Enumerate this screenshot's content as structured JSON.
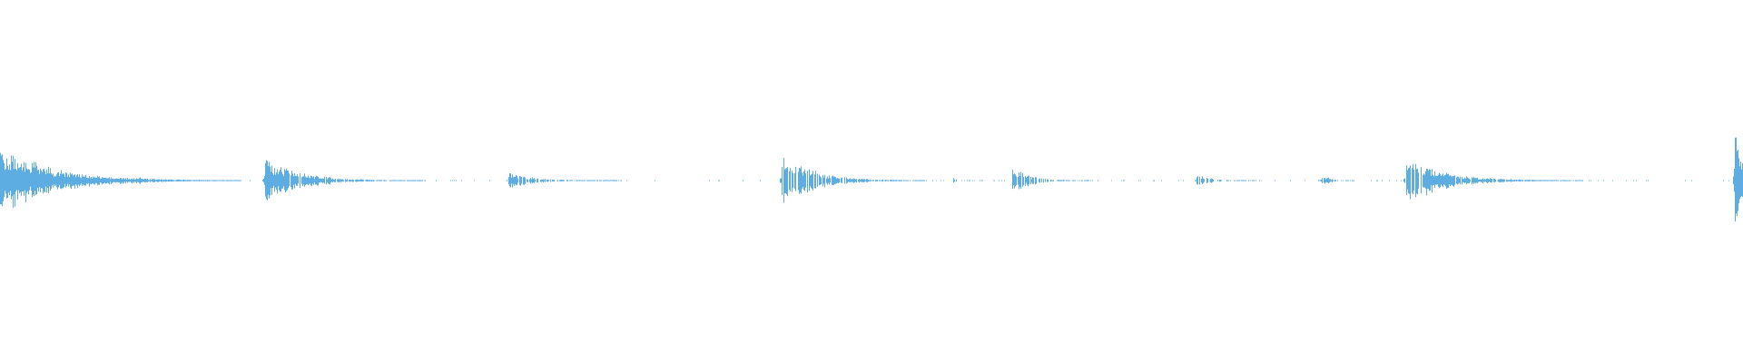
{
  "waveform": {
    "color": "#5dade2",
    "background": "#ffffff",
    "peak_amplitude": 1.0,
    "bursts": [
      {
        "t": 0.0,
        "amp": 0.5,
        "decay": 0.03,
        "density": 1.0
      },
      {
        "t": 0.078,
        "amp": 0.08,
        "decay": 0.004,
        "density": 0.6
      },
      {
        "t": 0.152,
        "amp": 0.33,
        "decay": 0.02,
        "density": 0.9
      },
      {
        "t": 0.256,
        "amp": 0.04,
        "decay": 0.002,
        "density": 0.3
      },
      {
        "t": 0.292,
        "amp": 0.13,
        "decay": 0.014,
        "density": 0.8
      },
      {
        "t": 0.449,
        "amp": 0.42,
        "decay": 0.018,
        "density": 0.9
      },
      {
        "t": 0.546,
        "amp": 0.05,
        "decay": 0.004,
        "density": 0.4
      },
      {
        "t": 0.581,
        "amp": 0.2,
        "decay": 0.01,
        "density": 0.7
      },
      {
        "t": 0.687,
        "amp": 0.1,
        "decay": 0.008,
        "density": 0.6
      },
      {
        "t": 0.759,
        "amp": 0.1,
        "decay": 0.004,
        "density": 0.6
      },
      {
        "t": 0.807,
        "amp": 0.34,
        "decay": 0.022,
        "density": 0.9
      },
      {
        "t": 0.856,
        "amp": 0.05,
        "decay": 0.003,
        "density": 0.3
      },
      {
        "t": 0.996,
        "amp": 1.0,
        "decay": 0.004,
        "density": 1.0
      }
    ]
  }
}
